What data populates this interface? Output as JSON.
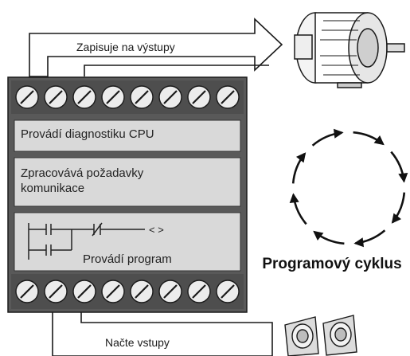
{
  "diagram": {
    "output_arrow_label": "Zapisuje na výstupy",
    "input_arrow_label": "Načte vstupy",
    "box_diagnostics": "Provádí diagnostiku CPU",
    "box_communication": "Zpracovává požadavky komunikace",
    "box_program": "Provádí program",
    "cycle_label": "Programový cyklus",
    "ladder_coil_symbol": "< >",
    "icons": {
      "motor": "motor-icon",
      "input_switches": "pushbutton-switch-icon",
      "cycle": "circular-arrows-icon"
    },
    "colors": {
      "plc_body": "#595959",
      "panel": "#d9d9d9",
      "terminal": "#ececec",
      "line": "#1a1a1a"
    }
  }
}
